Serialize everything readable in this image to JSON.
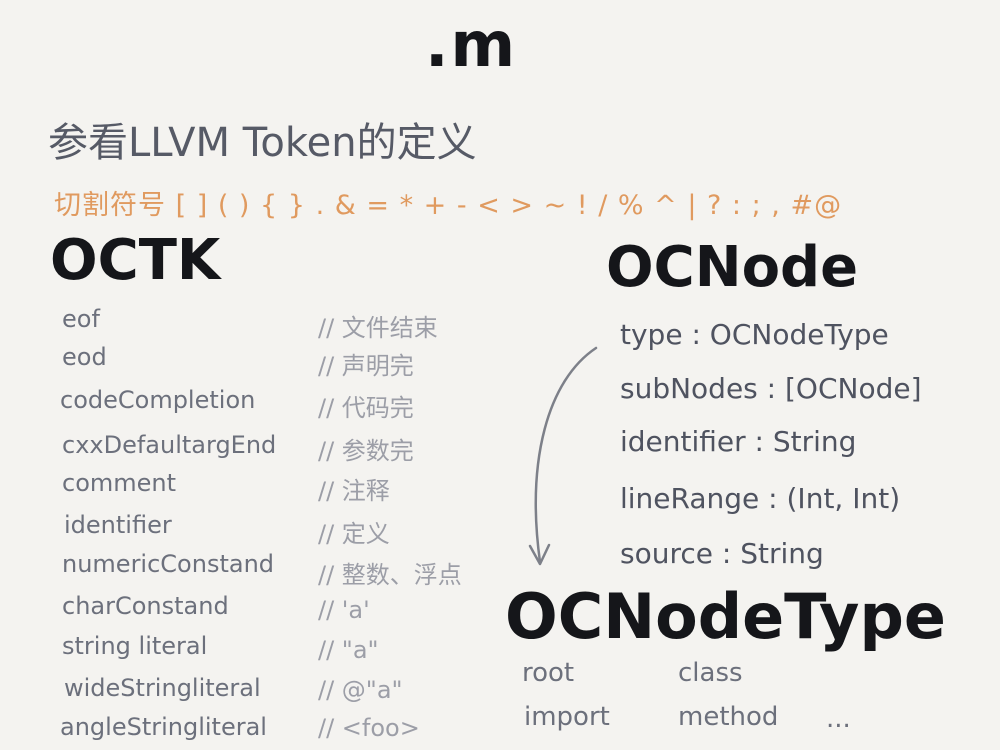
{
  "title": ".m",
  "heading": "参看LLVM Token的定义",
  "delimiters": "切割符号 [ ] ( ) { } . & = * + - < > ~ ! / % ^ | ? : ; , #@",
  "octk": {
    "title": "OCTK",
    "tokens": [
      {
        "name": "eof",
        "comment": "// 文件结束"
      },
      {
        "name": "eod",
        "comment": "// 声明完"
      },
      {
        "name": "codeCompletion",
        "comment": "// 代码完"
      },
      {
        "name": "cxxDefaultargEnd",
        "comment": "// 参数完"
      },
      {
        "name": "comment",
        "comment": "// 注释"
      },
      {
        "name": "identifier",
        "comment": "// 定义"
      },
      {
        "name": "numericConstand",
        "comment": "// 整数、浮点"
      },
      {
        "name": "charConstand",
        "comment": "// 'a'"
      },
      {
        "name": "string literal",
        "comment": "// \"a\""
      },
      {
        "name": "wideStringliteral",
        "comment": "// @\"a\""
      },
      {
        "name": "angleStringliteral",
        "comment": "// <foo>"
      }
    ]
  },
  "ocnode": {
    "title": "OCNode",
    "properties": [
      "type : OCNodeType",
      "subNodes : [OCNode]",
      "identifier : String",
      "lineRange : (Int, Int)",
      "source : String"
    ]
  },
  "ocnodetype": {
    "title": "OCNodeType",
    "items": [
      "root",
      "class",
      "import",
      "method",
      "..."
    ]
  },
  "colors": {
    "background": "#f4f3f0",
    "ink": "#15161a",
    "heading": "#565a66",
    "delimiters": "#e09a5f",
    "token": "#6c707c",
    "comment": "#9c9ea7",
    "arrow": "#7d8089"
  }
}
